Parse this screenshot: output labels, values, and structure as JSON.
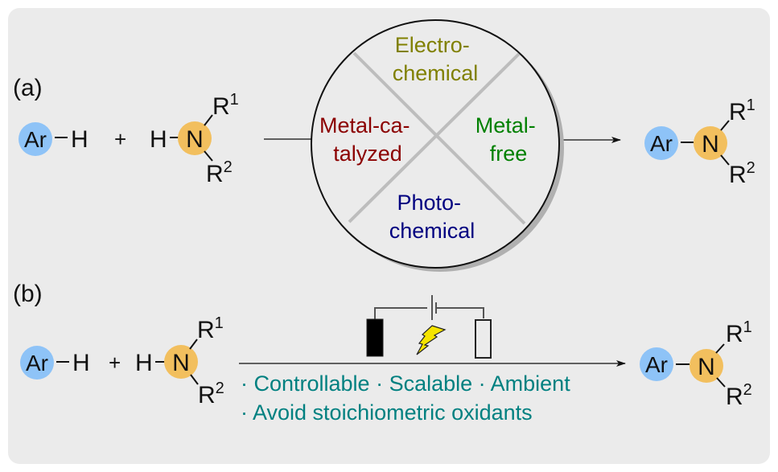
{
  "panels": {
    "a": {
      "label": "(a)",
      "reactant1": {
        "group": "Ar",
        "atom": "H"
      },
      "plus": "+",
      "reactant2": {
        "h": "H",
        "atom": "N",
        "r1": "R",
        "r1_sup": "1",
        "r2": "R",
        "r2_sup": "2"
      },
      "product": {
        "group": "Ar",
        "atom": "N",
        "r1": "R",
        "r1_sup": "1",
        "r2": "R",
        "r2_sup": "2"
      },
      "methods": [
        {
          "lines": [
            "Electro-",
            "chemical"
          ],
          "color": "#808000"
        },
        {
          "lines": [
            "Metal-ca-",
            "talyzed"
          ],
          "color": "#8b0000"
        },
        {
          "lines": [
            "Metal-",
            "free"
          ],
          "color": "#008000"
        },
        {
          "lines": [
            "Photo-",
            "chemical"
          ],
          "color": "#000080"
        }
      ]
    },
    "b": {
      "label": "(b)",
      "reactant1": {
        "group": "Ar",
        "atom": "H"
      },
      "plus": "+",
      "reactant2": {
        "h": "H",
        "atom": "N",
        "r1": "R",
        "r1_sup": "1",
        "r2": "R",
        "r2_sup": "2"
      },
      "product": {
        "group": "Ar",
        "atom": "N",
        "r1": "R",
        "r1_sup": "1",
        "r2": "R",
        "r2_sup": "2"
      },
      "conditions_icon": "electrolysis-cell-icon",
      "features_line1": "· Controllable · Scalable · Ambient",
      "features_line2": "· Avoid stoichiometric oxidants",
      "features_color": "#008080"
    }
  },
  "colors": {
    "aryl_circle": "#8ec3f7",
    "amine_circle": "#f2bf5e",
    "panel_bg": "#ebebeb"
  }
}
